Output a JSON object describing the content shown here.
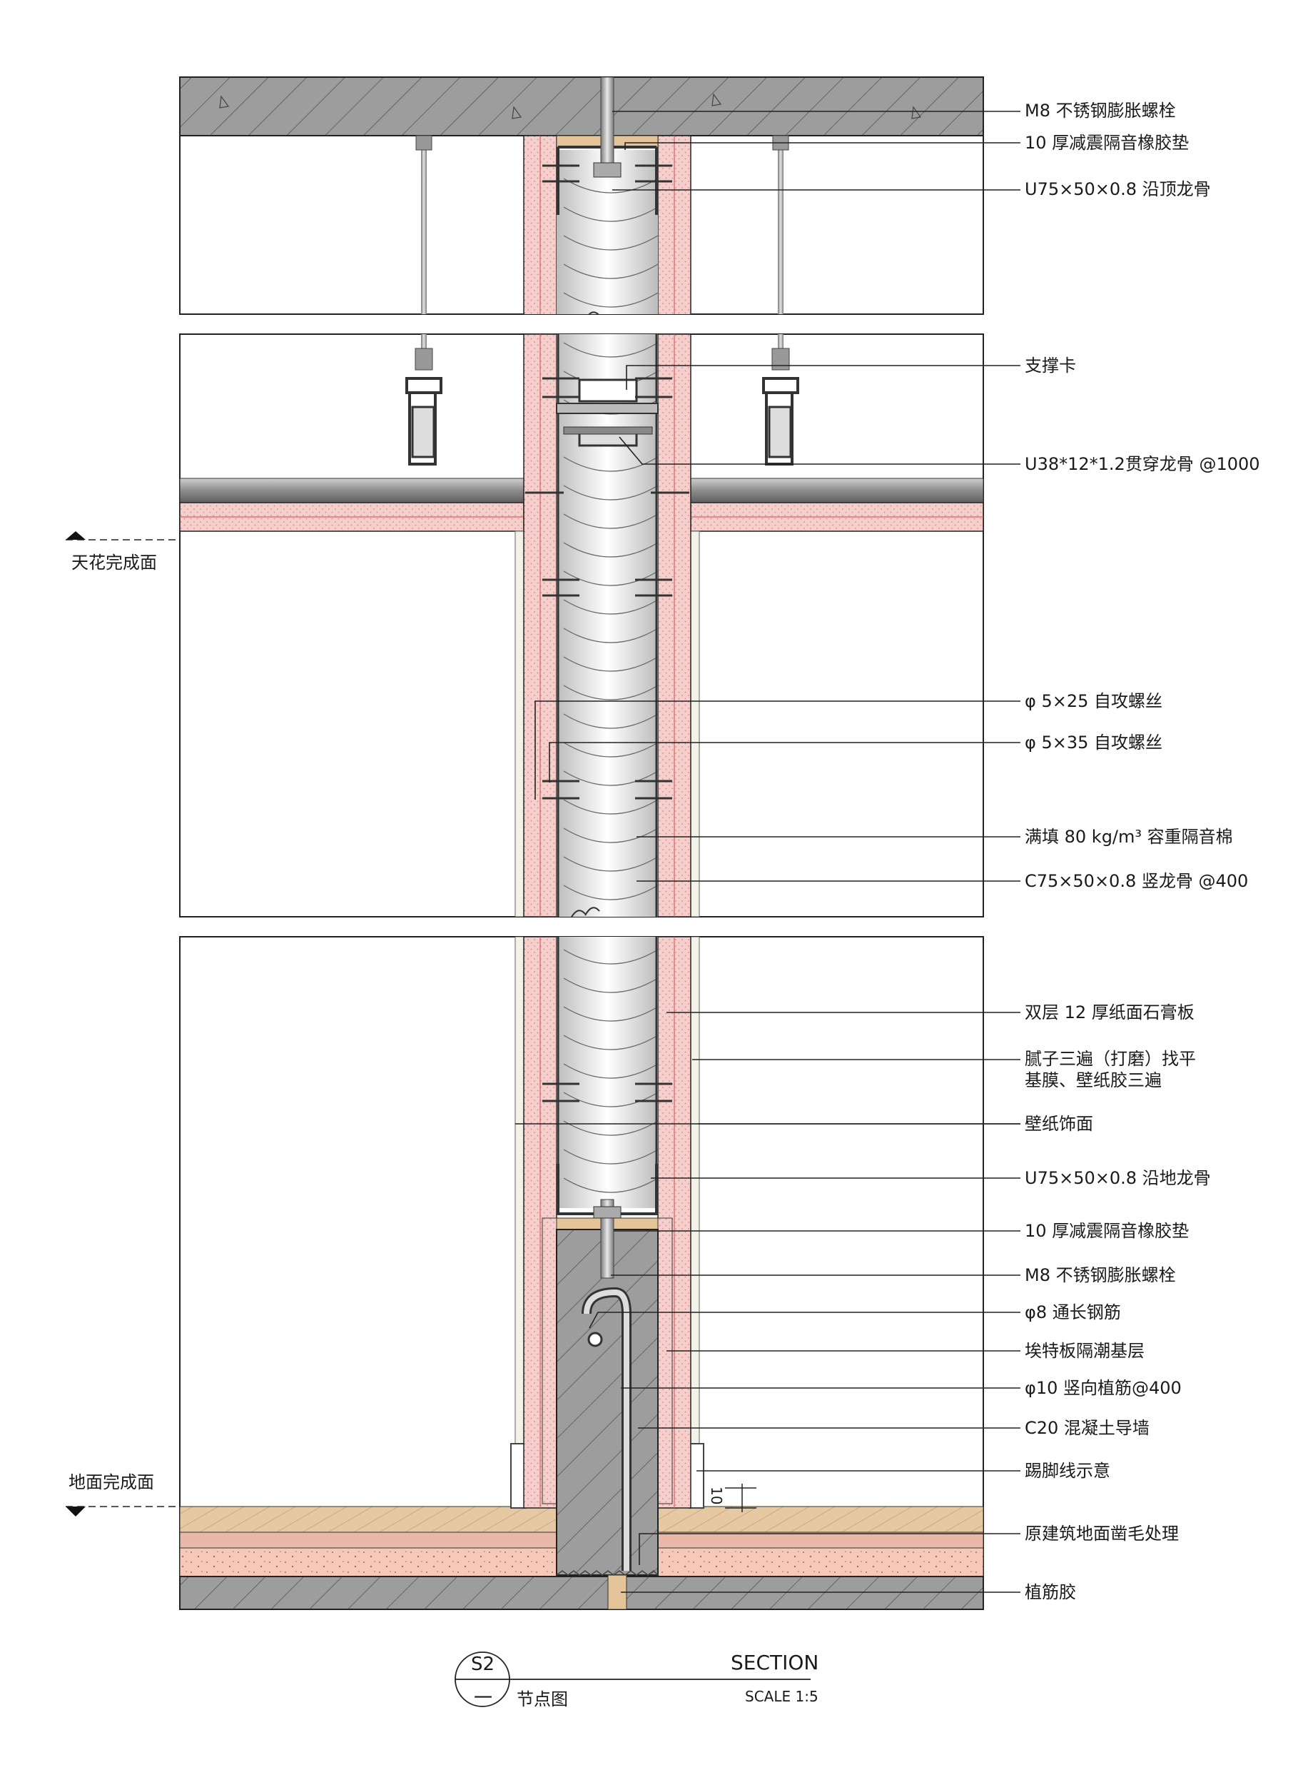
{
  "labels": {
    "top_bolt": "M8 不锈钢膨胀螺栓",
    "top_pad": "10 厚减震隔音橡胶垫",
    "top_track": "U75×50×0.8  沿顶龙骨",
    "brace": "支撑卡",
    "channel": "U38*12*1.2贯穿龙骨 @1000",
    "screw_25": "φ  5×25 自攻螺丝",
    "screw_35": "φ  5×35 自攻螺丝",
    "insulation": "满填 80 kg/m³  容重隔音棉",
    "stud": "C75×50×0.8 竖龙骨 @400",
    "gypsum": "双层 12 厚纸面石膏板",
    "putty_1": "腻子三遍（打磨）找平",
    "putty_2": "基膜、壁纸胶三遍",
    "wallpaper": "壁纸饰面",
    "bottom_track": "U75×50×0.8 沿地龙骨",
    "bottom_pad": "10 厚减震隔音橡胶垫",
    "bottom_bolt": "M8 不锈钢膨胀螺栓",
    "rebar_8": "φ8 通长钢筋",
    "etter": "埃特板隔潮基层",
    "rebar_10": "φ10 竖向植筋@400",
    "c20": "C20 混凝土导墙",
    "skirting": "踢脚线示意",
    "floor": "原建筑地面凿毛处理",
    "glue": "植筋胶"
  },
  "levels": {
    "ceiling": "天花完成面",
    "floor": "地面完成面"
  },
  "dimension": "10",
  "title_block": {
    "number": "S2",
    "sheet": "一",
    "title": "SECTION",
    "subtitle": "节点图",
    "scale": "SCALE 1:5"
  },
  "colors": {
    "board_pink": "#f6cfcc",
    "concrete": "#9a9a9a",
    "insulation": "#e6e6e6",
    "floor_tan": "#e6c9a3",
    "floor_pink": "#f5c8b8"
  }
}
